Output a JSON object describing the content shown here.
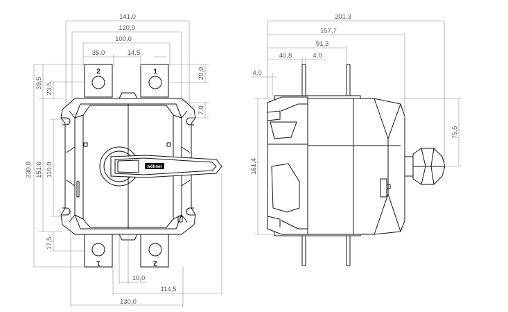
{
  "front_view": {
    "dims_horizontal": [
      "141,0",
      "120,9",
      "100,0",
      "35,0",
      "14,5",
      "10,0",
      "114,5",
      "130,0"
    ],
    "dims_vertical": [
      "39,5",
      "23,5",
      "230,0",
      "151,0",
      "110,0",
      "17,5",
      "20,0",
      "7,0"
    ],
    "terminal_labels": {
      "top_left": "2",
      "top_right": "1",
      "bottom_left": "1",
      "bottom_right": "2"
    },
    "brand_logo": "wöhner"
  },
  "side_view": {
    "dims_horizontal": [
      "201,3",
      "157,7",
      "91,3",
      "40,8",
      "4,0",
      "4,0"
    ],
    "dims_vertical": [
      "161,4",
      "75,5"
    ]
  }
}
